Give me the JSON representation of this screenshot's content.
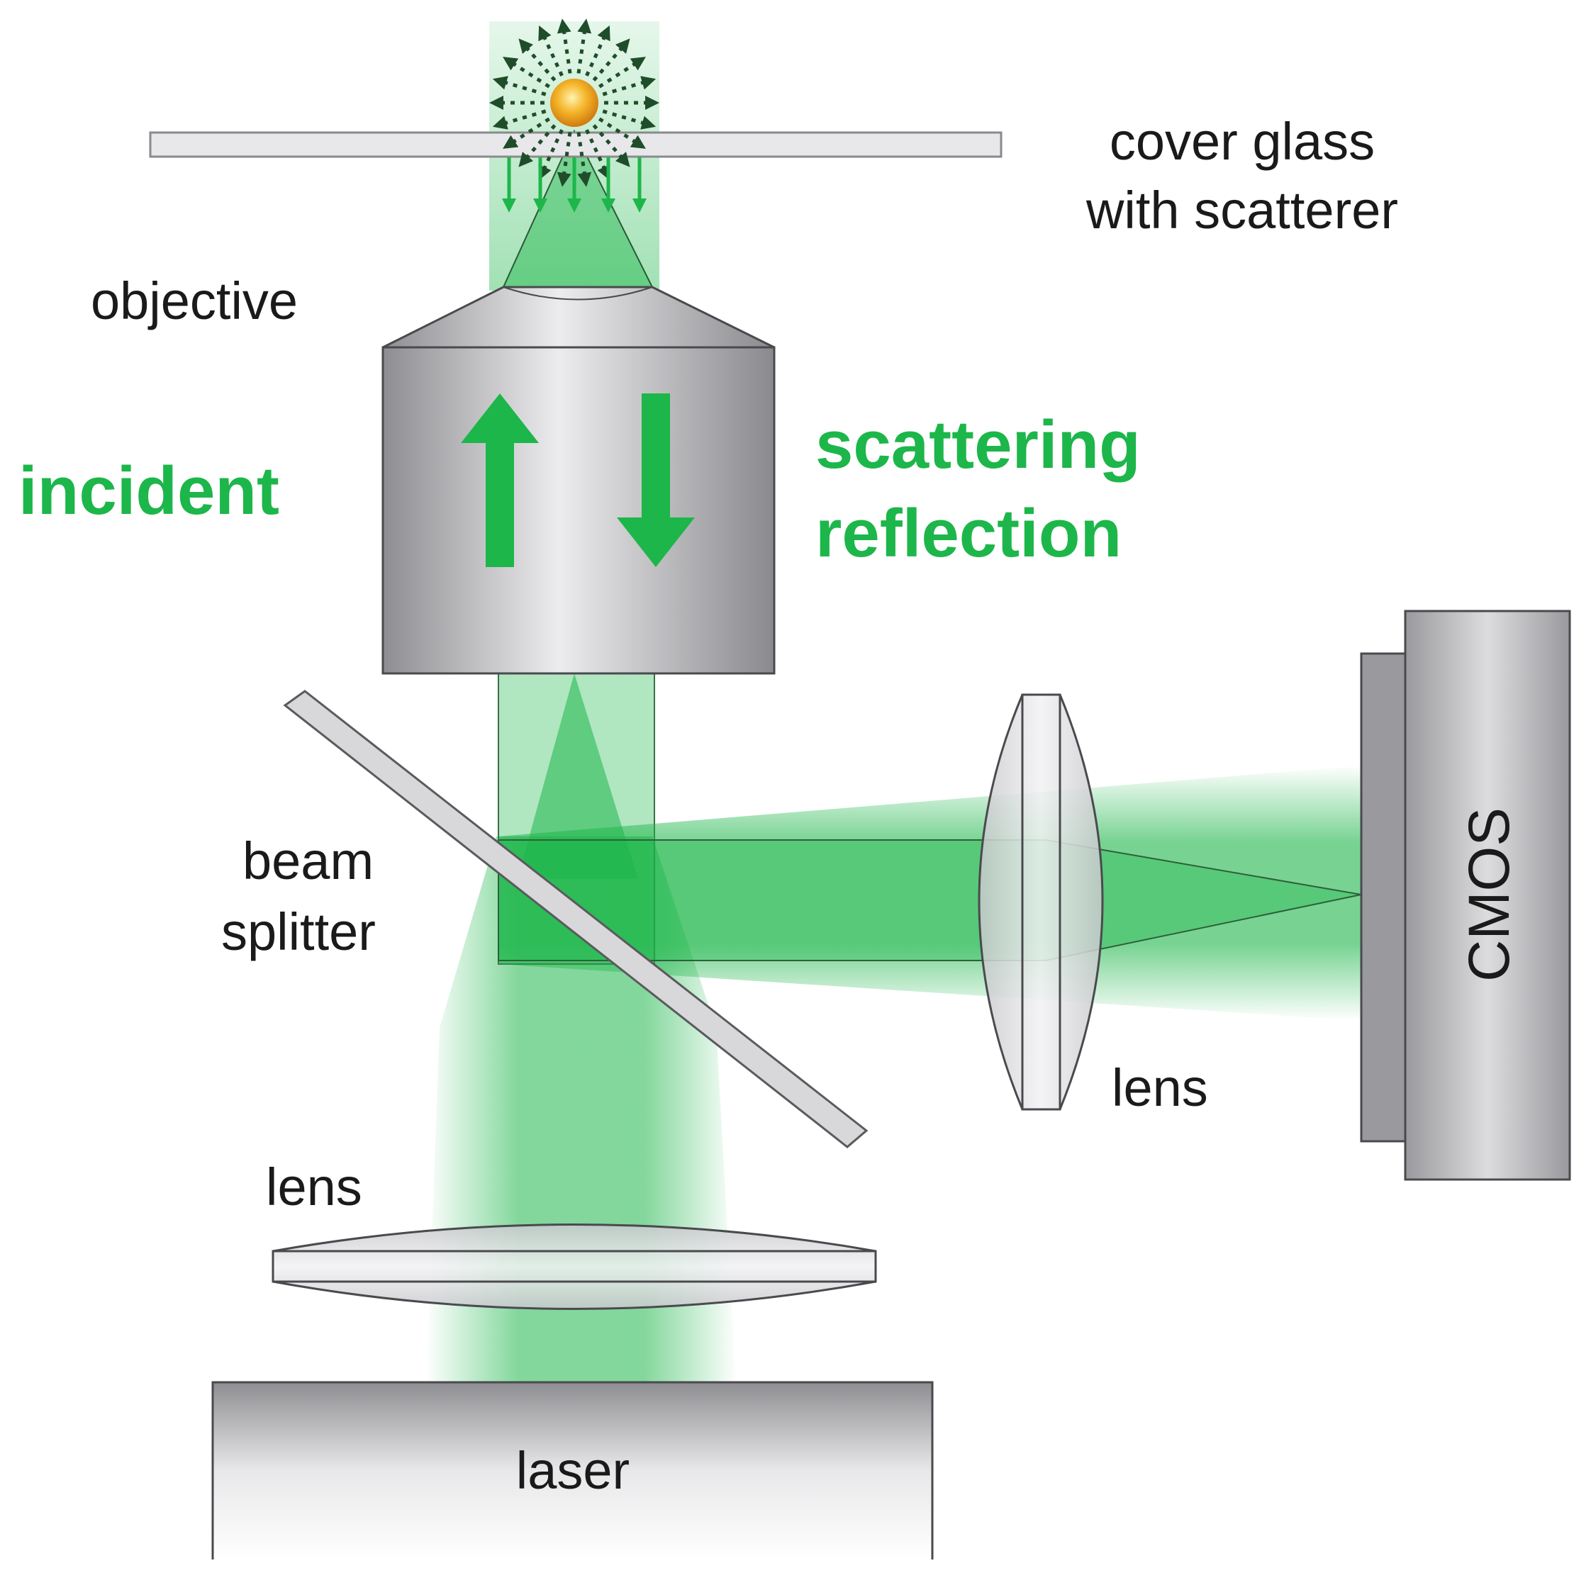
{
  "labels": {
    "cover_glass": [
      "cover glass",
      "with scatterer"
    ],
    "objective": "objective",
    "incident": "incident",
    "scattering": [
      "scattering",
      "reflection"
    ],
    "beam_splitter": [
      "beam",
      "splitter"
    ],
    "lens_camera": "lens",
    "lens_laser": "lens",
    "cmos": "CMOS",
    "laser": "laser"
  },
  "colors": {
    "beam_green": "#1db64a",
    "label_green": "#1db64a",
    "label_dark": "#1a1a1a",
    "metal_dark": "#8c8c90",
    "metal_light": "#e6e6e8",
    "scatterer": "#f2a020",
    "background": "#ffffff"
  },
  "icons": {
    "incident_arrow": "arrow-up",
    "scattering_arrow": "arrow-down",
    "scatterer": "orange-sphere",
    "scatter_rays": "radial-arrows"
  }
}
